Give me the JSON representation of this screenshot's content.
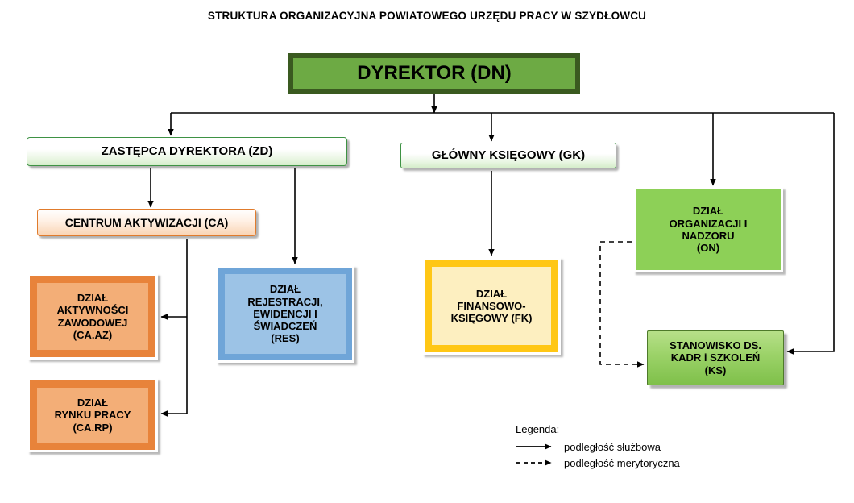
{
  "title": "STRUKTURA ORGANIZACYJNA POWIATOWEGO URZĘDU PRACY W SZYDŁOWCU",
  "nodes": {
    "dyrektor": {
      "label": "DYREKTOR (DN)",
      "code": "DN",
      "fill": "#6DAA44",
      "border": "#3A5A20"
    },
    "zastepca": {
      "label": "ZASTĘPCA DYREKTORA (ZD)",
      "code": "ZD",
      "fill": "#FFFFFF",
      "border": "#3E9244"
    },
    "ksiegowy": {
      "label": "GŁÓWNY KSIĘGOWY (GK)",
      "code": "GK",
      "fill": "#FFFFFF",
      "border": "#3E9244"
    },
    "centrum": {
      "label": "CENTRUM AKTYWIZACJI (CA)",
      "code": "CA",
      "fill": "#F9D4B4",
      "border": "#E07B2C"
    },
    "aktywnosci": {
      "label": "DZIAŁ\nAKTYWNOŚCI\nZAWODOWEJ\n(CA.AZ)",
      "code": "CA.AZ",
      "fill": "#F3AE77",
      "border": "#E8833A"
    },
    "rynku": {
      "label": "DZIAŁ\nRYNKU PRACY\n(CA.RP)",
      "code": "CA.RP",
      "fill": "#F3AE77",
      "border": "#E8833A"
    },
    "rejestracji": {
      "label": "DZIAŁ\nREJESTRACJI,\nEWIDENCJI I\nŚWIADCZEŃ\n(RES)",
      "code": "RES",
      "fill": "#9CC3E6",
      "border": "#4E8ECB"
    },
    "finansowo": {
      "label": "DZIAŁ\nFINANSOWO-\nKSIĘGOWY (FK)",
      "code": "FK",
      "fill": "#FDEFC0",
      "border": "#FFC715"
    },
    "organizacji": {
      "label": "DZIAŁ\nORGANIZACJI I\nNADZORU\n(ON)",
      "code": "ON",
      "fill": "#8DD057",
      "border": "#71BD45"
    },
    "kadr": {
      "label": "STANOWISKO DS.\nKADR i SZKOLEŃ\n(KS)",
      "code": "KS",
      "fill": "#9BD268",
      "border": "#4E7A2A"
    }
  },
  "legend": {
    "title": "Legenda:",
    "items": [
      {
        "style": "solid",
        "label": "podległość służbowa"
      },
      {
        "style": "dashed",
        "label": "podległość merytoryczna"
      }
    ]
  },
  "edges": [
    {
      "from": "DN",
      "to": "ZD",
      "style": "solid"
    },
    {
      "from": "DN",
      "to": "GK",
      "style": "solid"
    },
    {
      "from": "DN",
      "to": "ON",
      "style": "solid"
    },
    {
      "from": "DN",
      "to": "KS",
      "style": "solid"
    },
    {
      "from": "ZD",
      "to": "CA",
      "style": "solid"
    },
    {
      "from": "ZD",
      "to": "RES",
      "style": "solid"
    },
    {
      "from": "GK",
      "to": "FK",
      "style": "solid"
    },
    {
      "from": "CA",
      "to": "CA.AZ",
      "style": "solid"
    },
    {
      "from": "CA",
      "to": "CA.RP",
      "style": "solid"
    },
    {
      "from": "ON",
      "to": "KS",
      "style": "dashed"
    }
  ]
}
